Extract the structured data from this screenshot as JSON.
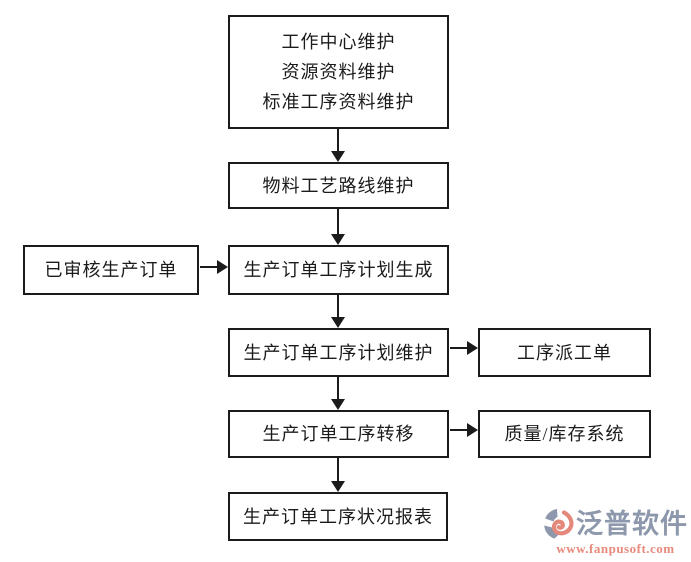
{
  "flowchart": {
    "master_box_lines": [
      "工作中心维护",
      "资源资料维护",
      "标准工序资料维护"
    ],
    "boxes": {
      "routing": "物料工艺路线维护",
      "approved": "已审核生产订单",
      "generate": "生产订单工序计划生成",
      "maintain": "生产订单工序计划维护",
      "dispatch": "工序派工单",
      "transfer": "生产订单工序转移",
      "quality": "质量/库存系统",
      "report": "生产订单工序状况报表"
    },
    "line_color": "#1b1b1b"
  },
  "watermark": {
    "brand": "泛普软件",
    "url": "www.fanpusoft.com",
    "brand_color": "#8d98ac",
    "url_color": "#e8897b",
    "icon_gray": "#8d98ac",
    "icon_salmon": "#e4887c"
  }
}
